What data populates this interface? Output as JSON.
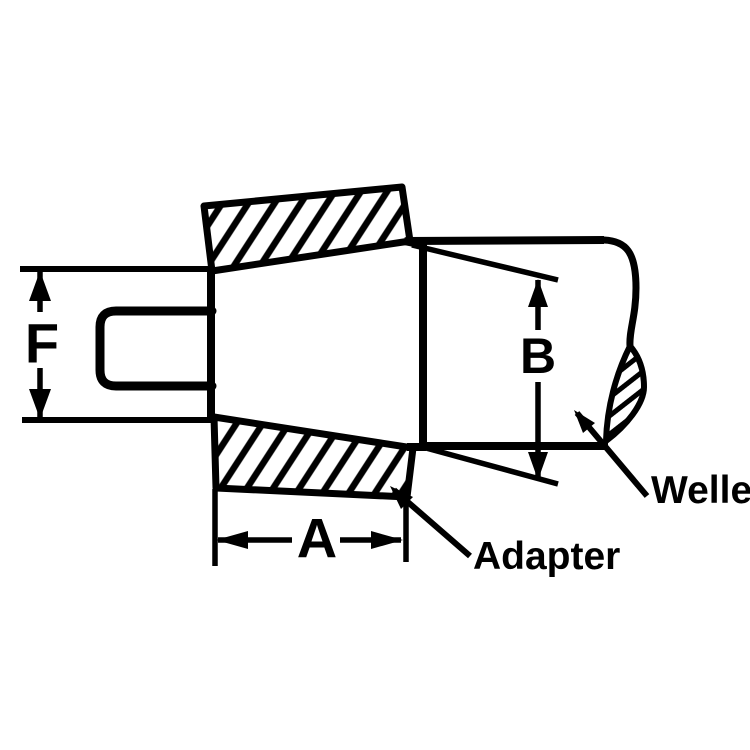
{
  "drawing": {
    "type": "technical-section-drawing",
    "labels": {
      "dim_f": "F",
      "dim_a": "A",
      "dim_b": "B",
      "shaft": "Welle",
      "adapter": "Adapter"
    },
    "colors": {
      "line": "#000000",
      "background": "#ffffff"
    }
  }
}
